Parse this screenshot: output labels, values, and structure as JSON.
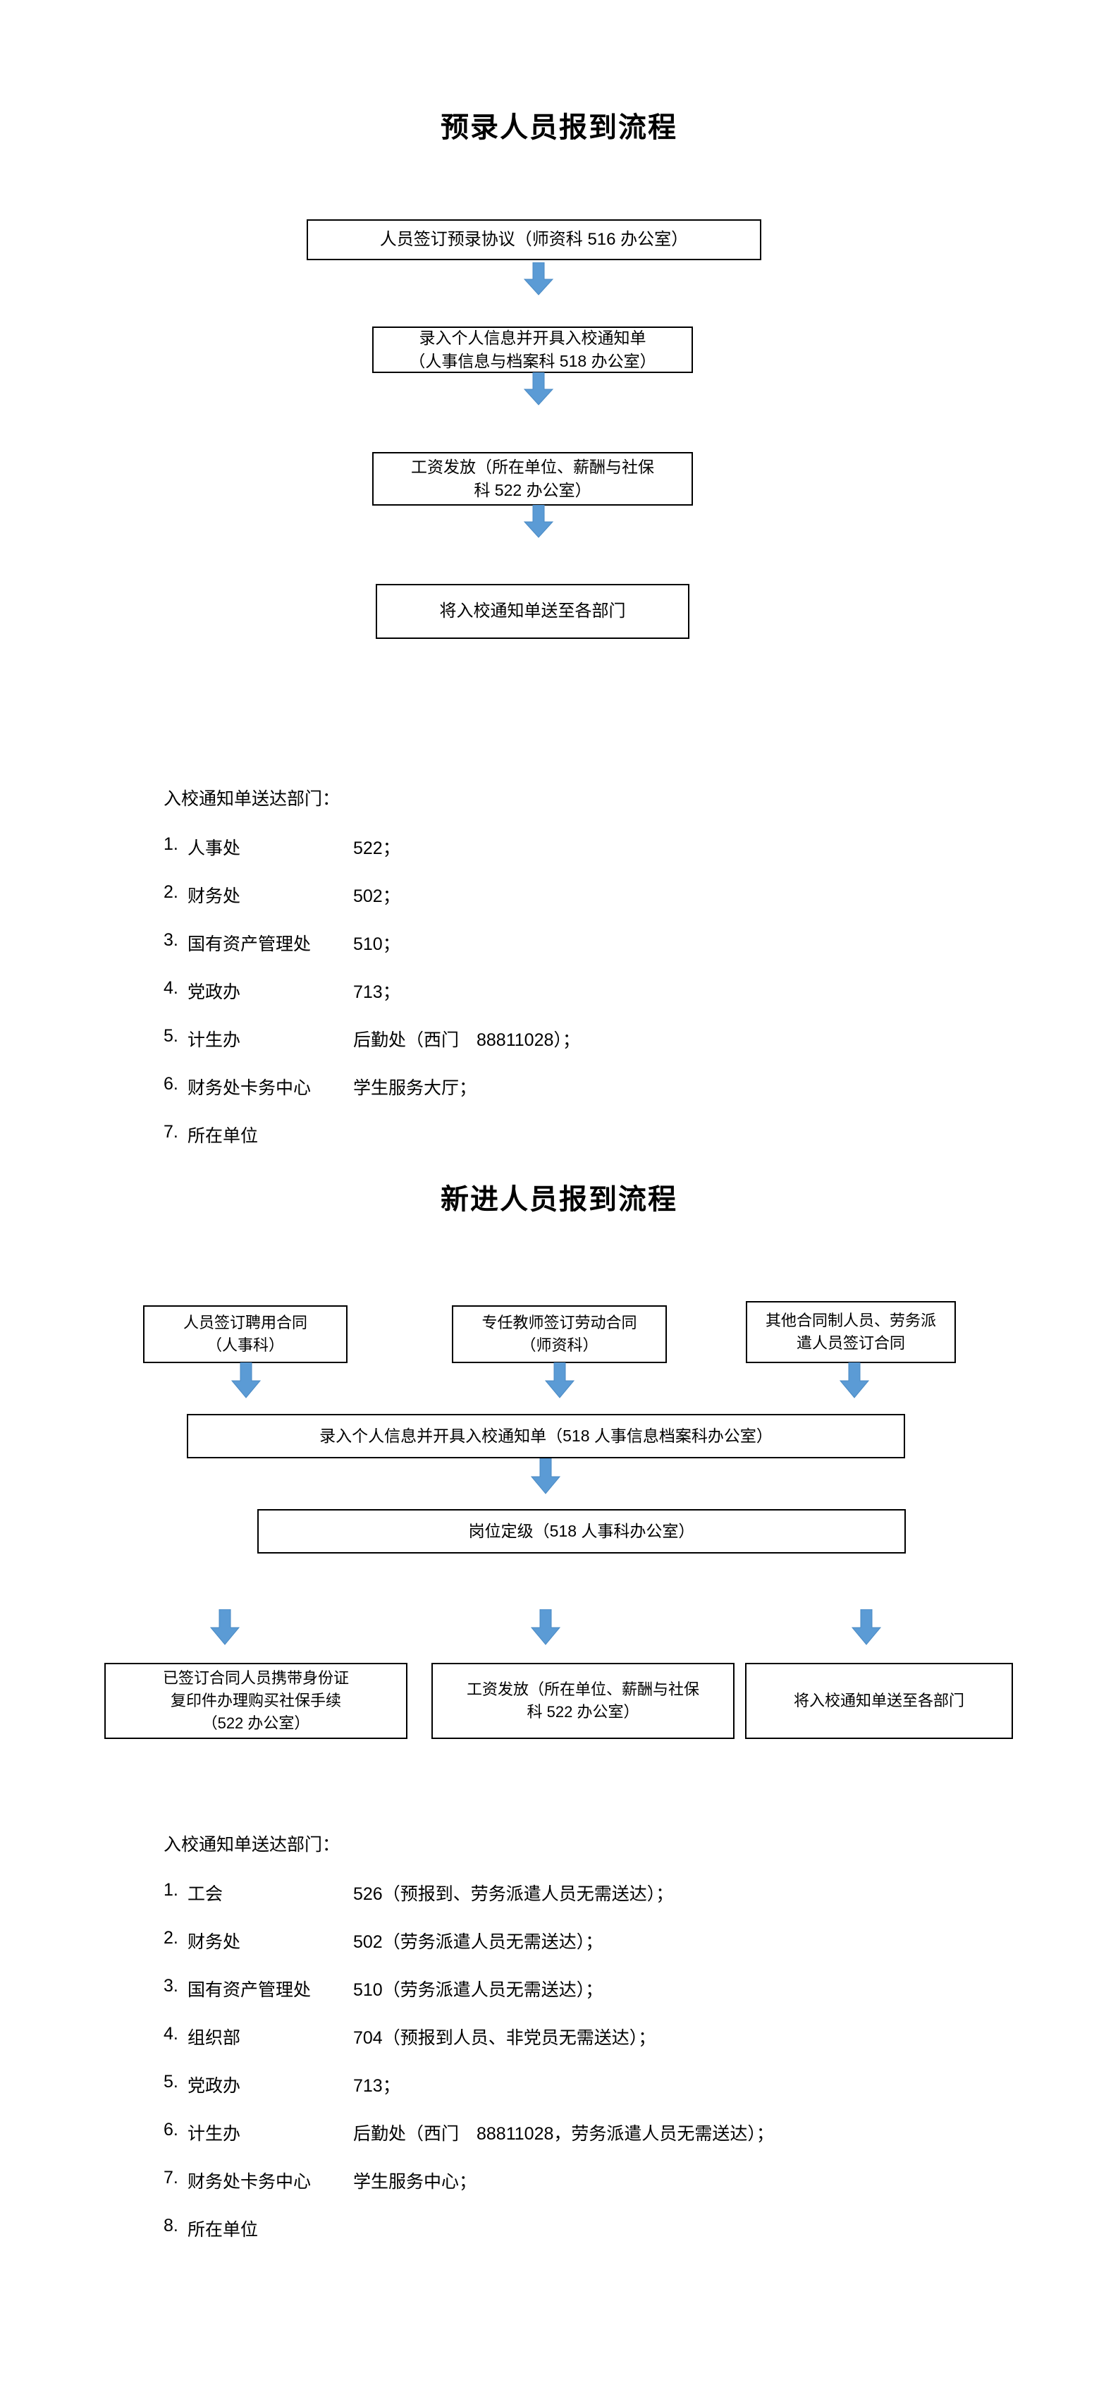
{
  "document": {
    "section1": {
      "title": "预录人员报到流程",
      "flow": {
        "type": "vertical-flowchart",
        "nodes": [
          {
            "id": "s1-n1",
            "text": "人员签订预录协议（师资科 516 办公室）"
          },
          {
            "id": "s1-n2",
            "text": "录入个人信息并开具入校通知单\n（人事信息与档案科 518 办公室）"
          },
          {
            "id": "s1-n3",
            "text": "工资发放（所在单位、薪酬与社保\n科 522 办公室）"
          },
          {
            "id": "s1-n4",
            "text": "将入校通知单送至各部门"
          }
        ],
        "edges": [
          {
            "from": "s1-n1",
            "to": "s1-n2",
            "style": "block-arrow-down"
          },
          {
            "from": "s1-n2",
            "to": "s1-n3",
            "style": "block-arrow-down"
          },
          {
            "from": "s1-n3",
            "to": "s1-n4",
            "style": "block-arrow-down"
          }
        ],
        "arrow_color": "#5B9BD5"
      },
      "list": {
        "heading": "入校通知单送达部门：",
        "items": [
          {
            "num": "1.",
            "name": "人事处",
            "value": "522；"
          },
          {
            "num": "2.",
            "name": "财务处",
            "value": "502；"
          },
          {
            "num": "3.",
            "name": "国有资产管理处",
            "value": "510；"
          },
          {
            "num": "4.",
            "name": "党政办",
            "value": "713；"
          },
          {
            "num": "5.",
            "name": "计生办",
            "value": "后勤处（西门　88811028）；"
          },
          {
            "num": "6.",
            "name": "财务处卡务中心",
            "value": "学生服务大厅；"
          },
          {
            "num": "7.",
            "name": "所在单位",
            "value": ""
          }
        ]
      }
    },
    "section2": {
      "title": "新进人员报到流程",
      "flow": {
        "type": "converging-flowchart",
        "nodes": [
          {
            "id": "s2-a1",
            "text": "人员签订聘用合同\n（人事科）"
          },
          {
            "id": "s2-a2",
            "text": "专任教师签订劳动合同\n（师资科）"
          },
          {
            "id": "s2-a3",
            "text": "其他合同制人员、劳务派\n遣人员签订合同"
          },
          {
            "id": "s2-b",
            "text": "录入个人信息并开具入校通知单（518 人事信息档案科办公室）"
          },
          {
            "id": "s2-c",
            "text": "岗位定级（518 人事科办公室）"
          },
          {
            "id": "s2-d1",
            "text": "已签订合同人员携带身份证\n复印件办理购买社保手续\n（522 办公室）"
          },
          {
            "id": "s2-d2",
            "text": "工资发放（所在单位、薪酬与社保\n科 522 办公室）"
          },
          {
            "id": "s2-d3",
            "text": "将入校通知单送至各部门"
          }
        ],
        "edges": [
          {
            "from": "s2-a1",
            "to": "s2-b",
            "style": "block-arrow-down"
          },
          {
            "from": "s2-a2",
            "to": "s2-b",
            "style": "block-arrow-down"
          },
          {
            "from": "s2-a3",
            "to": "s2-b",
            "style": "block-arrow-down"
          },
          {
            "from": "s2-b",
            "to": "s2-c",
            "style": "block-arrow-down"
          },
          {
            "from": "s2-c",
            "to": "s2-d1",
            "style": "block-arrow-down"
          },
          {
            "from": "s2-c",
            "to": "s2-d2",
            "style": "block-arrow-down"
          },
          {
            "from": "s2-c",
            "to": "s2-d3",
            "style": "block-arrow-down"
          }
        ],
        "arrow_color": "#5B9BD5"
      },
      "list": {
        "heading": "入校通知单送达部门：",
        "items": [
          {
            "num": "1.",
            "name": "工会",
            "value": "526（预报到、劳务派遣人员无需送达）；"
          },
          {
            "num": "2.",
            "name": "财务处",
            "value": "502（劳务派遣人员无需送达）；"
          },
          {
            "num": "3.",
            "name": "国有资产管理处",
            "value": "510（劳务派遣人员无需送达）；"
          },
          {
            "num": "4.",
            "name": "组织部",
            "value": "704（预报到人员、非党员无需送达）；"
          },
          {
            "num": "5.",
            "name": "党政办",
            "value": "713；"
          },
          {
            "num": "6.",
            "name": "计生办",
            "value": "后勤处（西门　88811028，劳务派遣人员无需送达）；"
          },
          {
            "num": "7.",
            "name": "财务处卡务中心",
            "value": "学生服务中心；"
          },
          {
            "num": "8.",
            "name": "所在单位",
            "value": ""
          }
        ]
      }
    }
  }
}
